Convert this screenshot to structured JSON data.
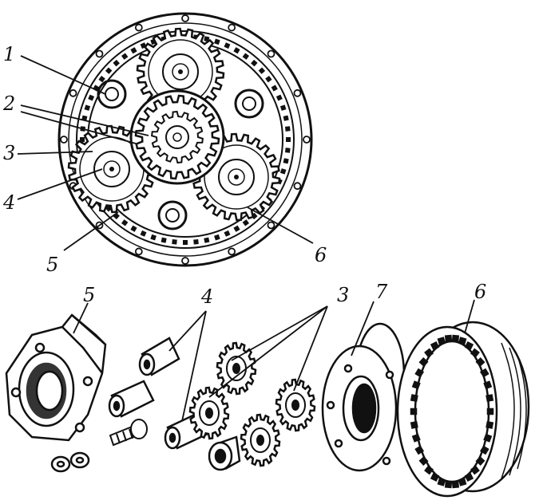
{
  "labels": {
    "top_1": "1",
    "top_2": "2",
    "top_3": "3",
    "top_4": "4",
    "top_5": "5",
    "top_6": "6",
    "bottom_5": "5",
    "bottom_4": "4",
    "bottom_3": "3",
    "bottom_7": "7",
    "bottom_6": "6"
  }
}
